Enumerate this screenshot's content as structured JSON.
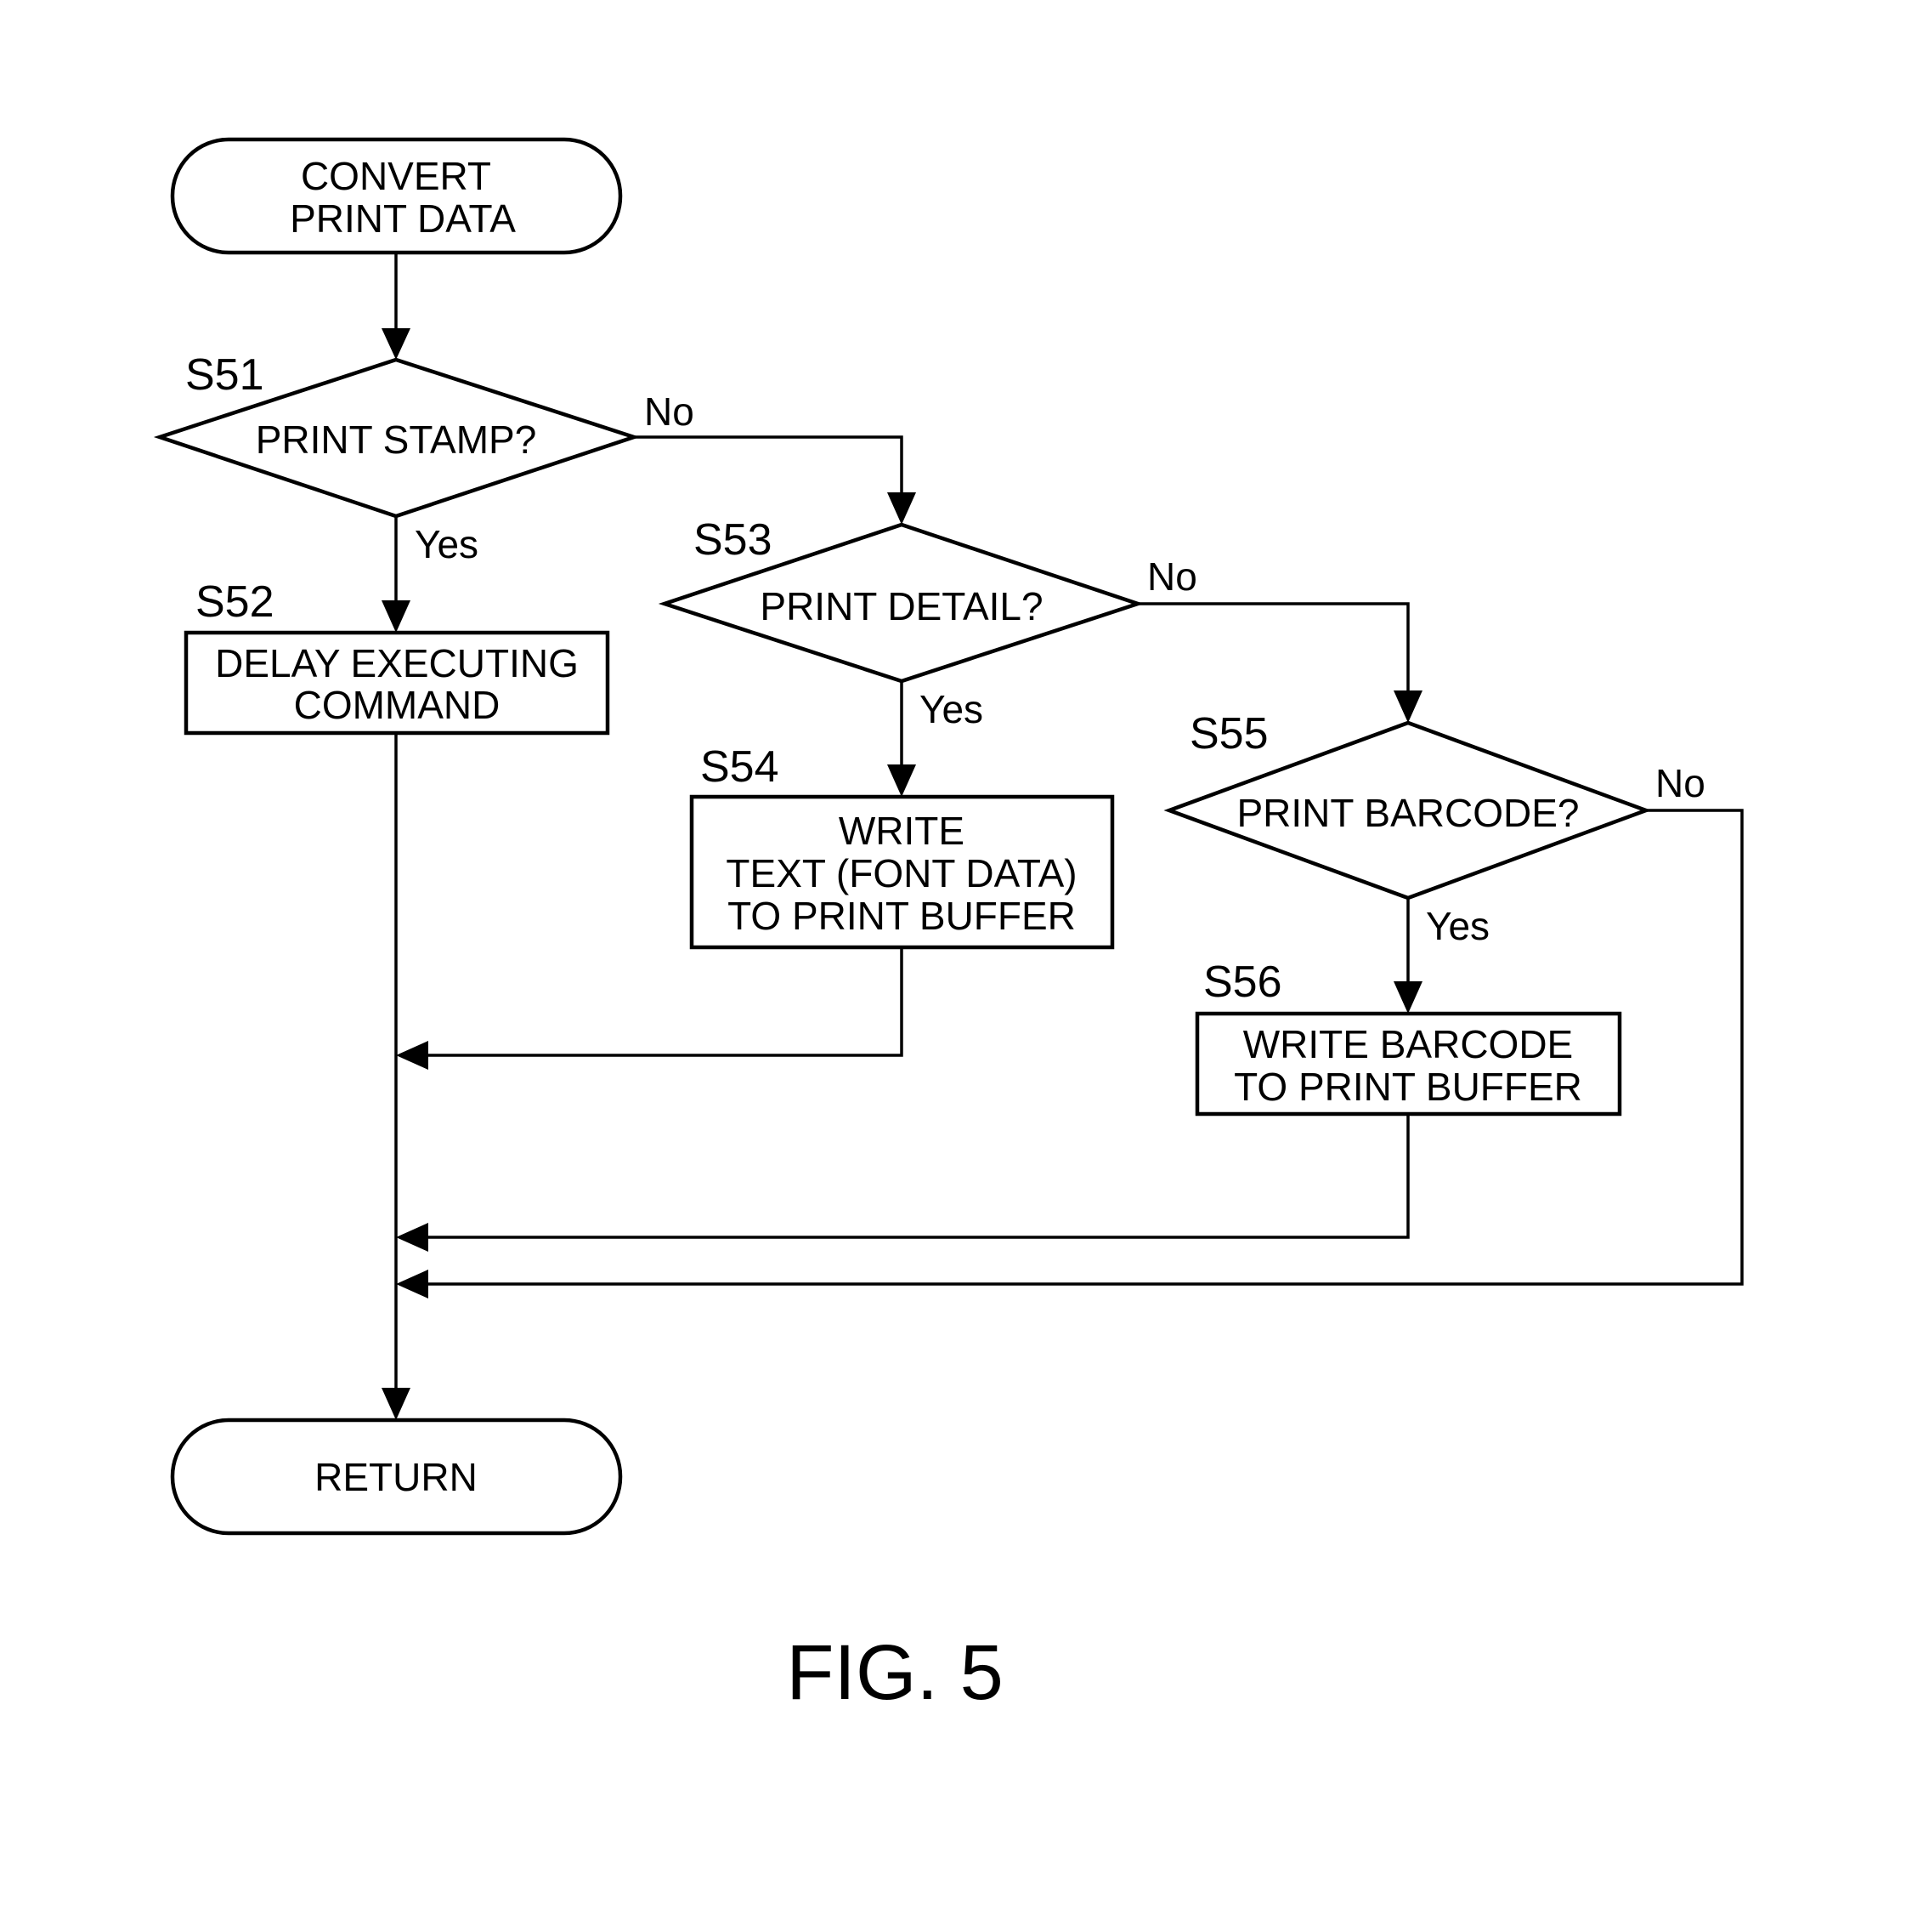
{
  "figure_label": "FIG. 5",
  "nodes": {
    "start": {
      "lines": [
        "CONVERT",
        "PRINT DATA"
      ]
    },
    "s51": {
      "step": "S51",
      "lines": [
        "PRINT STAMP?"
      ]
    },
    "s52": {
      "step": "S52",
      "lines": [
        "DELAY EXECUTING",
        "COMMAND"
      ]
    },
    "s53": {
      "step": "S53",
      "lines": [
        "PRINT DETAIL?"
      ]
    },
    "s54": {
      "step": "S54",
      "lines": [
        "WRITE",
        "TEXT (FONT DATA)",
        "TO PRINT BUFFER"
      ]
    },
    "s55": {
      "step": "S55",
      "lines": [
        "PRINT BARCODE?"
      ]
    },
    "s56": {
      "step": "S56",
      "lines": [
        "WRITE BARCODE",
        "TO PRINT BUFFER"
      ]
    },
    "end": {
      "lines": [
        "RETURN"
      ]
    }
  },
  "edges": {
    "s51_no": "No",
    "s51_yes": "Yes",
    "s53_no": "No",
    "s53_yes": "Yes",
    "s55_no": "No",
    "s55_yes": "Yes"
  },
  "colors": {
    "ink": "#000000",
    "background": "#ffffff"
  }
}
